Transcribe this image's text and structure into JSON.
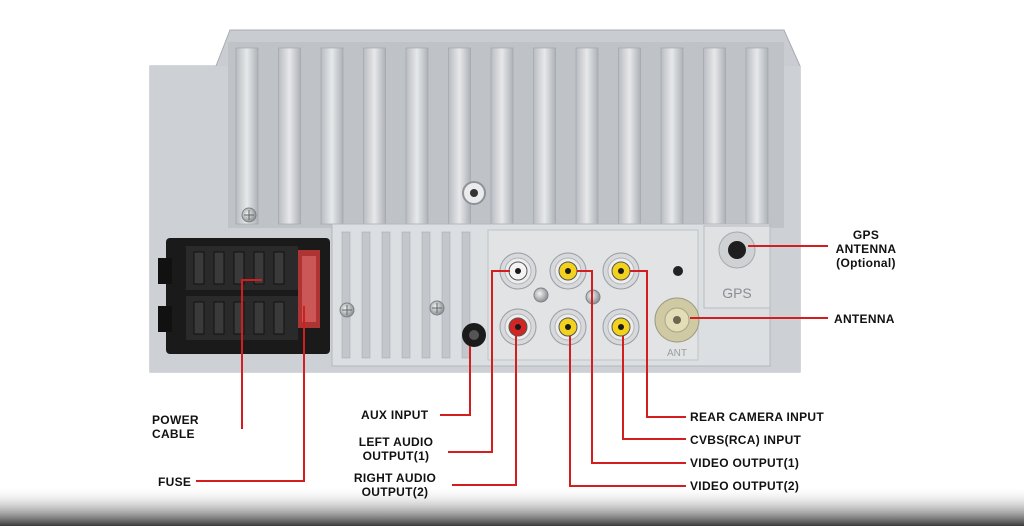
{
  "unit_labels": {
    "gps_port": "GPS",
    "ant_port": "ANT"
  },
  "callouts": {
    "power_cable": [
      "POWER",
      "CABLE"
    ],
    "fuse": "FUSE",
    "aux_input": "AUX INPUT",
    "left_audio_output": [
      "LEFT AUDIO",
      "OUTPUT(1)"
    ],
    "right_audio_output": [
      "RIGHT AUDIO",
      "OUTPUT(2)"
    ],
    "gps_antenna": [
      "GPS",
      "ANTENNA",
      "(Optional)"
    ],
    "antenna": "ANTENNA",
    "rear_camera_input": "REAR CAMERA INPUT",
    "cvbs_input": "CVBS(RCA) INPUT",
    "video_output_1": "VIDEO OUTPUT(1)",
    "video_output_2": "VIDEO OUTPUT(2)"
  },
  "colors": {
    "callout_line": "#d21e1e",
    "housing": "#cfd2d6",
    "rca_yellow": "#f2d21c",
    "rca_red": "#d42525",
    "rca_white": "#f4f4f4"
  }
}
